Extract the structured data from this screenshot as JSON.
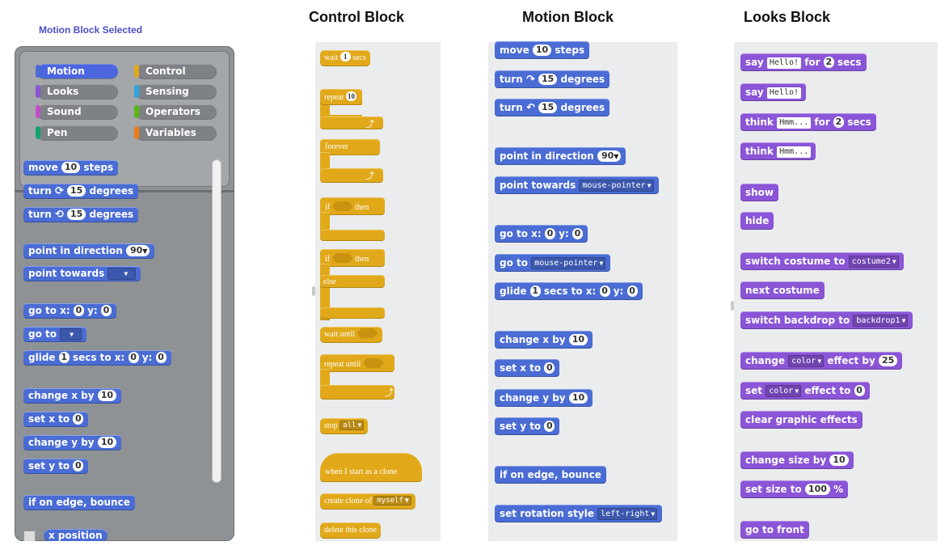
{
  "headings": {
    "selected": "Motion Block Selected",
    "control": "Control Block",
    "motion": "Motion Block",
    "looks": "Looks Block"
  },
  "colors": {
    "motion": "#4a6cd4",
    "looks": "#8a55d7",
    "control": "#e1a91a",
    "sound": "#c14fcc",
    "pen": "#0fa56b",
    "sensing": "#2ca5e2",
    "operators": "#5cb712",
    "variables": "#ee7d16"
  },
  "categories": [
    {
      "label": "Motion"
    },
    {
      "label": "Control"
    },
    {
      "label": "Looks"
    },
    {
      "label": "Sensing"
    },
    {
      "label": "Sound"
    },
    {
      "label": "Operators"
    },
    {
      "label": "Pen"
    },
    {
      "label": "Variables"
    }
  ],
  "palette": {
    "move": {
      "pre": "move",
      "n": "10",
      "post": "steps"
    },
    "turn_cw": {
      "pre": "turn",
      "icon": "rotate-cw-icon",
      "n": "15",
      "post": "degrees"
    },
    "turn_ccw": {
      "pre": "turn",
      "icon": "rotate-ccw-icon",
      "n": "15",
      "post": "degrees"
    },
    "point_dir": {
      "pre": "point in direction",
      "n": "90"
    },
    "point_towards": {
      "pre": "point towards"
    },
    "goto_xy": {
      "pre": "go to x:",
      "x": "0",
      "mid": "y:",
      "y": "0"
    },
    "goto": {
      "pre": "go to"
    },
    "glide": {
      "pre": "glide",
      "t": "1",
      "mid": "secs to x:",
      "x": "0",
      "mid2": "y:",
      "y": "0"
    },
    "change_x": {
      "pre": "change x by",
      "n": "10"
    },
    "set_x": {
      "pre": "set x to",
      "n": "0"
    },
    "change_y": {
      "pre": "change y by",
      "n": "10"
    },
    "set_y": {
      "pre": "set y to",
      "n": "0"
    },
    "bounce": {
      "pre": "if on edge, bounce"
    },
    "x_position": {
      "pre": "x position"
    }
  },
  "control": {
    "wait": {
      "pre": "wait",
      "n": "1",
      "post": "secs"
    },
    "repeat": {
      "pre": "repeat",
      "n": "10"
    },
    "forever": {
      "pre": "forever"
    },
    "if_then": {
      "pre": "if",
      "post": "then"
    },
    "if_else": {
      "pre": "if",
      "post": "then",
      "else": "else"
    },
    "wait_until": {
      "pre": "wait until"
    },
    "repeat_until": {
      "pre": "repeat until"
    },
    "stop": {
      "pre": "stop",
      "opt": "all"
    },
    "clone_start": {
      "pre": "when I start as a clone"
    },
    "create_clone": {
      "pre": "create clone of",
      "opt": "myself"
    },
    "delete_clone": {
      "pre": "delete this clone"
    }
  },
  "motion": {
    "move": {
      "pre": "move",
      "n": "10",
      "post": "steps"
    },
    "turn_cw": {
      "pre": "turn",
      "n": "15",
      "post": "degrees"
    },
    "turn_ccw": {
      "pre": "turn",
      "n": "15",
      "post": "degrees"
    },
    "point_dir": {
      "pre": "point in direction",
      "n": "90"
    },
    "point_towards": {
      "pre": "point towards",
      "opt": "mouse-pointer"
    },
    "goto_xy": {
      "pre": "go to x:",
      "x": "0",
      "mid": "y:",
      "y": "0"
    },
    "goto": {
      "pre": "go to",
      "opt": "mouse-pointer"
    },
    "glide": {
      "pre": "glide",
      "t": "1",
      "mid": "secs to x:",
      "x": "0",
      "mid2": "y:",
      "y": "0"
    },
    "change_x": {
      "pre": "change x by",
      "n": "10"
    },
    "set_x": {
      "pre": "set x to",
      "n": "0"
    },
    "change_y": {
      "pre": "change y by",
      "n": "10"
    },
    "set_y": {
      "pre": "set y to",
      "n": "0"
    },
    "bounce": {
      "pre": "if on edge, bounce"
    },
    "rotation": {
      "pre": "set rotation style",
      "opt": "left-right"
    }
  },
  "looks": {
    "say_for": {
      "pre": "say",
      "txt": "Hello!",
      "mid": "for",
      "n": "2",
      "post": "secs"
    },
    "say": {
      "pre": "say",
      "txt": "Hello!"
    },
    "think_for": {
      "pre": "think",
      "txt": "Hmm...",
      "mid": "for",
      "n": "2",
      "post": "secs"
    },
    "think": {
      "pre": "think",
      "txt": "Hmm..."
    },
    "show": {
      "pre": "show"
    },
    "hide": {
      "pre": "hide"
    },
    "switch_costume": {
      "pre": "switch costume to",
      "opt": "costume2"
    },
    "next_costume": {
      "pre": "next costume"
    },
    "switch_backdrop": {
      "pre": "switch backdrop to",
      "opt": "backdrop1"
    },
    "change_effect": {
      "pre": "change",
      "opt": "color",
      "mid": "effect by",
      "n": "25"
    },
    "set_effect": {
      "pre": "set",
      "opt": "color",
      "mid": "effect to",
      "n": "0"
    },
    "clear_effects": {
      "pre": "clear graphic effects"
    },
    "change_size": {
      "pre": "change size by",
      "n": "10"
    },
    "set_size": {
      "pre": "set size to",
      "n": "100",
      "post": "%"
    },
    "front": {
      "pre": "go to front"
    }
  }
}
